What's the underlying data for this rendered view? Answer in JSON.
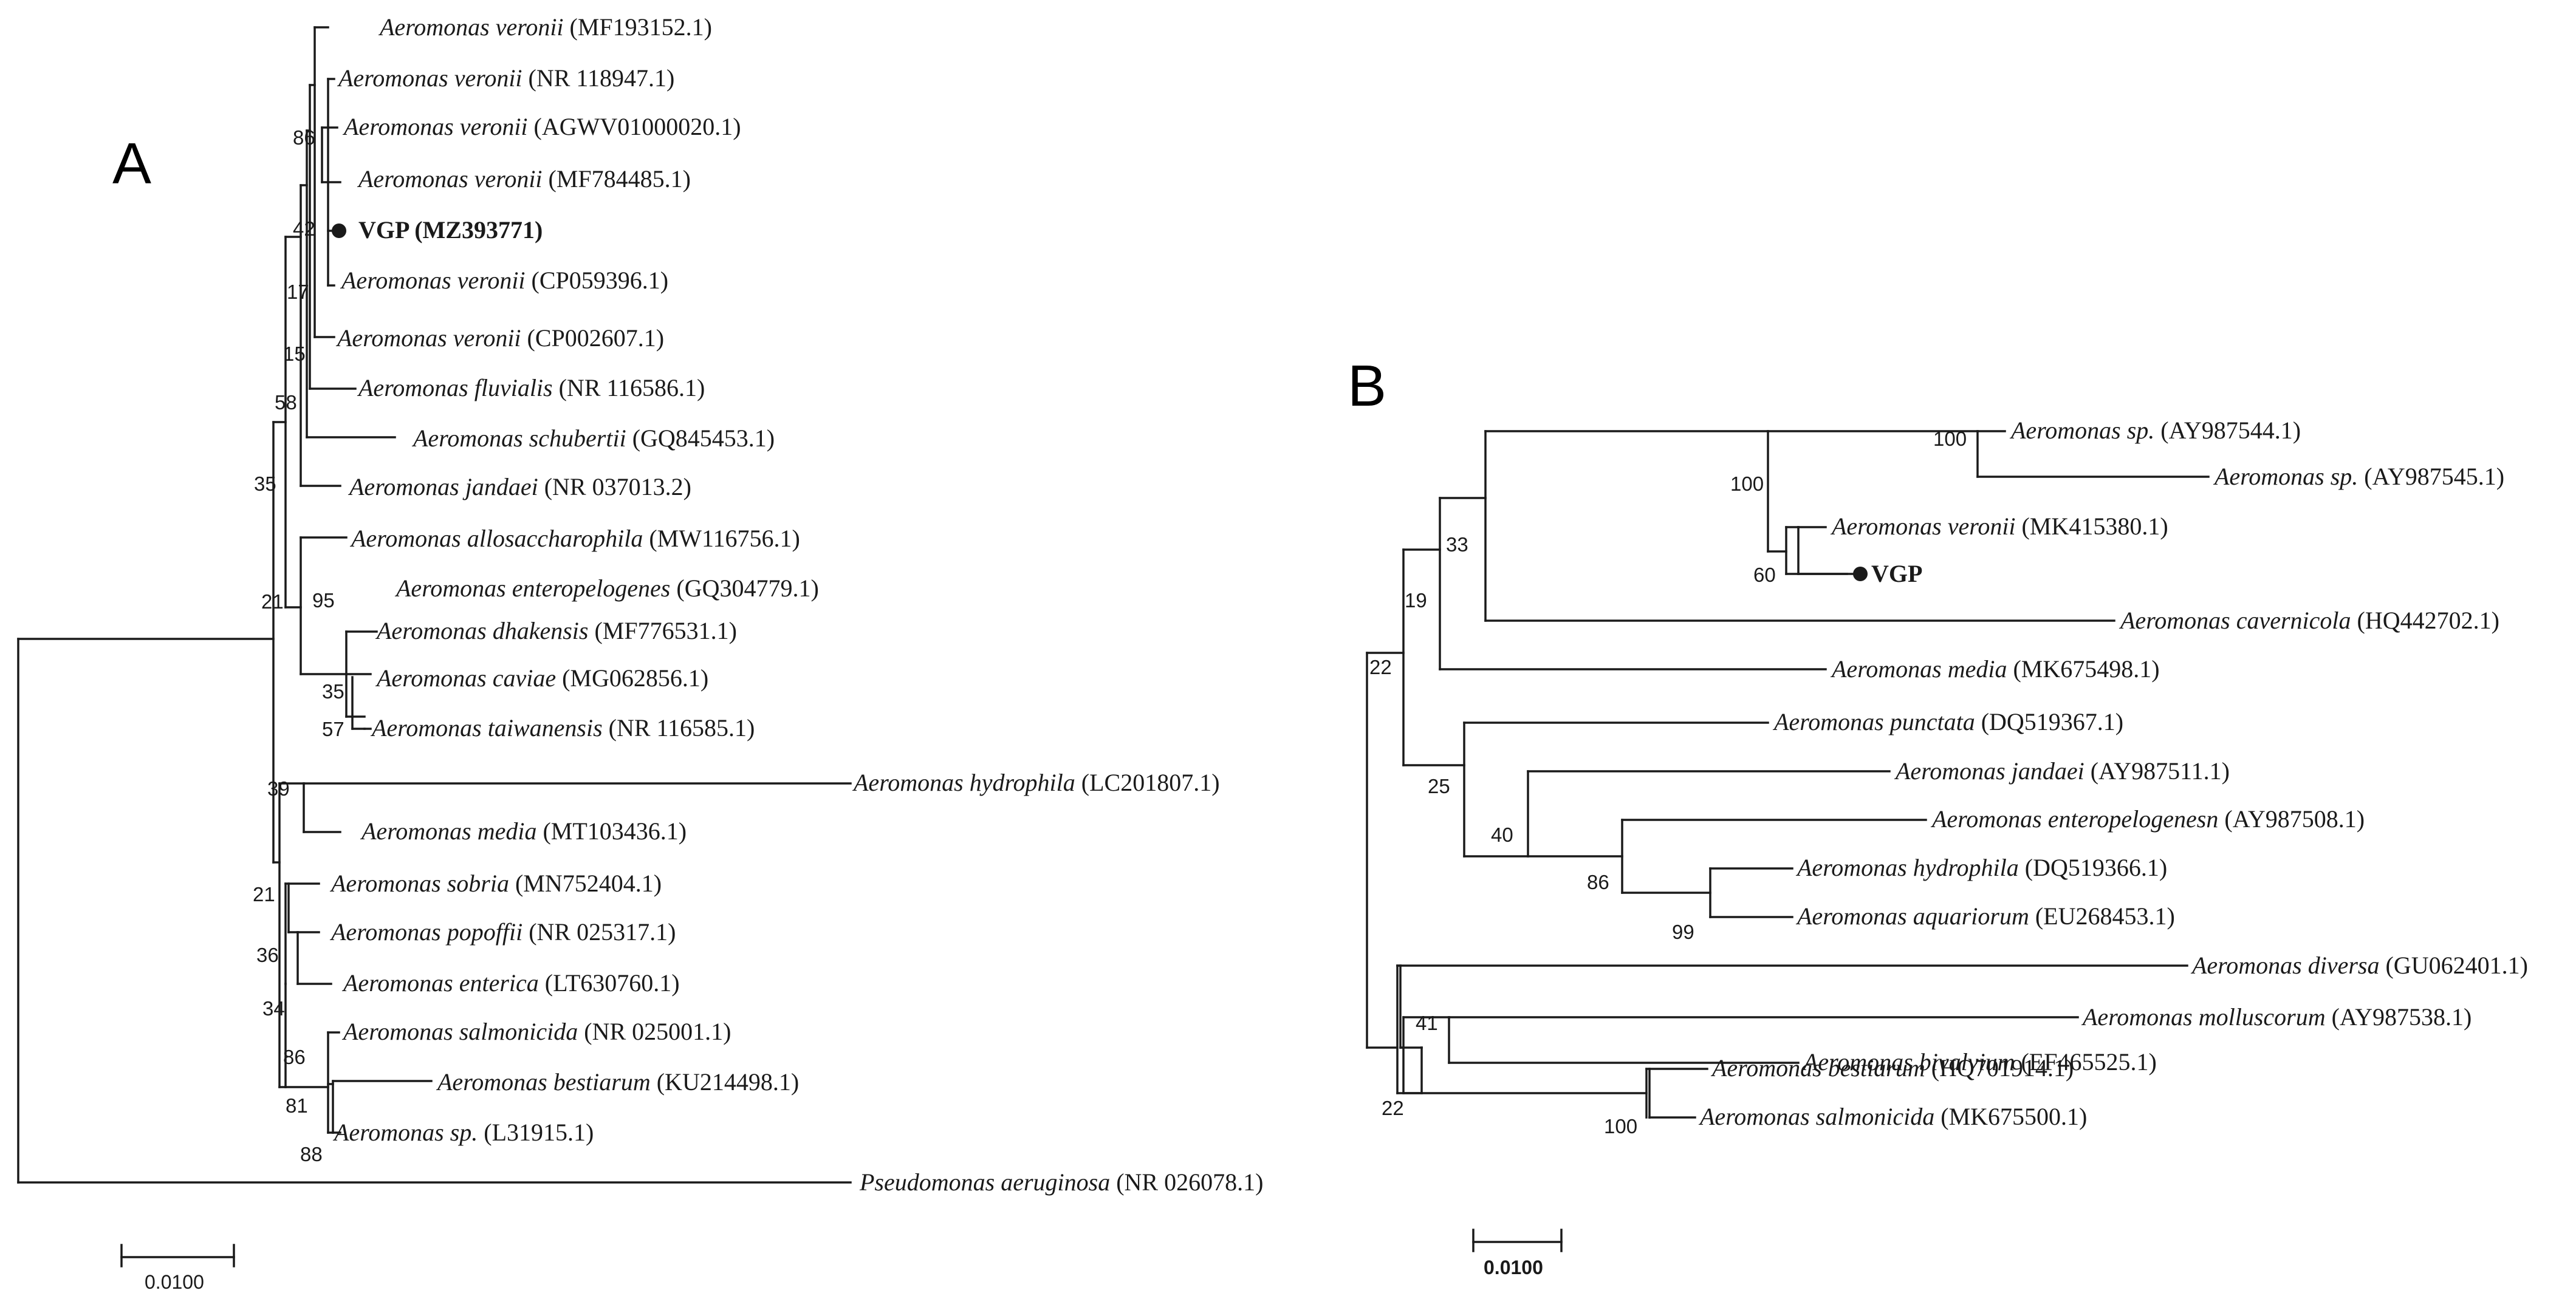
{
  "panel_a": {
    "label": "A",
    "taxa": [
      {
        "id": "a1",
        "species": "Aeromonas veronii",
        "accession": "(MF193152.1)"
      },
      {
        "id": "a2",
        "species": "Aeromonas veronii",
        "accession": "(NR 118947.1)"
      },
      {
        "id": "a3",
        "species": "Aeromonas veronii",
        "accession": "(AGWV01000020.1)"
      },
      {
        "id": "a4",
        "species": "Aeromonas veronii",
        "accession": "(MF784485.1)"
      },
      {
        "id": "a5",
        "species": "VGP",
        "accession": "(MZ393771)",
        "highlight": true
      },
      {
        "id": "a6",
        "species": "Aeromonas veronii",
        "accession": "(CP059396.1)"
      },
      {
        "id": "a7",
        "species": "Aeromonas veronii",
        "accession": "(CP002607.1)"
      },
      {
        "id": "a8",
        "species": "Aeromonas fluvialis",
        "accession": "(NR 116586.1)"
      },
      {
        "id": "a9",
        "species": "Aeromonas schubertii",
        "accession": "(GQ845453.1)"
      },
      {
        "id": "a10",
        "species": "Aeromonas jandaei",
        "accession": "(NR 037013.2)"
      },
      {
        "id": "a11",
        "species": "Aeromonas allosaccharophila",
        "accession": "(MW116756.1)"
      },
      {
        "id": "a12",
        "species": "Aeromonas enteropelogenes",
        "accession": "(GQ304779.1)"
      },
      {
        "id": "a13",
        "species": "Aeromonas dhakensis",
        "accession": "(MF776531.1)"
      },
      {
        "id": "a14",
        "species": "Aeromonas caviae",
        "accession": "(MG062856.1)"
      },
      {
        "id": "a15",
        "species": "Aeromonas taiwanensis",
        "accession": "(NR 116585.1)"
      },
      {
        "id": "a16",
        "species": "Aeromonas hydrophila",
        "accession": "(LC201807.1)"
      },
      {
        "id": "a17",
        "species": "Aeromonas media",
        "accession": "(MT103436.1)"
      },
      {
        "id": "a18",
        "species": "Aeromonas sobria",
        "accession": "(MN752404.1)"
      },
      {
        "id": "a19",
        "species": "Aeromonas popoffii",
        "accession": "(NR 025317.1)"
      },
      {
        "id": "a20",
        "species": "Aeromonas enterica",
        "accession": "(LT630760.1)"
      },
      {
        "id": "a21",
        "species": "Aeromonas salmonicida",
        "accession": "(NR 025001.1)"
      },
      {
        "id": "a22",
        "species": "Aeromonas bestiarum",
        "accession": "(KU214498.1)"
      },
      {
        "id": "a23",
        "species": "Aeromonas sp.",
        "accession": "(L31915.1)"
      },
      {
        "id": "a24",
        "species": "Pseudomonas aeruginosa",
        "accession": "(NR 026078.1)"
      }
    ],
    "bootstrap": [
      "86",
      "42",
      "17",
      "15",
      "58",
      "35",
      "21",
      "95",
      "35",
      "57",
      "39",
      "21",
      "36",
      "34",
      "86",
      "81",
      "88"
    ],
    "scale_bar": "0.0100"
  },
  "panel_b": {
    "label": "B",
    "taxa": [
      {
        "id": "b1",
        "species": "Aeromonas sp.",
        "accession": "(AY987544.1)"
      },
      {
        "id": "b2",
        "species": "Aeromonas sp.",
        "accession": "(AY987545.1)"
      },
      {
        "id": "b3",
        "species": "Aeromonas veronii",
        "accession": "(MK415380.1)"
      },
      {
        "id": "b4",
        "species": "VGP",
        "accession": "",
        "highlight": true
      },
      {
        "id": "b5",
        "species": "Aeromonas cavernicola",
        "accession": "(HQ442702.1)"
      },
      {
        "id": "b6",
        "species": "Aeromonas media",
        "accession": "(MK675498.1)"
      },
      {
        "id": "b7",
        "species": "Aeromonas punctata",
        "accession": "(DQ519367.1)"
      },
      {
        "id": "b8",
        "species": "Aeromonas jandaei",
        "accession": "(AY987511.1)"
      },
      {
        "id": "b9",
        "species": "Aeromonas enteropelogenesn",
        "accession": "(AY987508.1)"
      },
      {
        "id": "b10",
        "species": "Aeromonas hydrophila",
        "accession": "(DQ519366.1)"
      },
      {
        "id": "b11",
        "species": "Aeromonas aquariorum",
        "accession": "(EU268453.1)"
      },
      {
        "id": "b12",
        "species": "Aeromonas diversa",
        "accession": "(GU062401.1)"
      },
      {
        "id": "b13",
        "species": "Aeromonas molluscorum",
        "accession": "(AY987538.1)"
      },
      {
        "id": "b14",
        "species": "Aeromonas bivalvium",
        "accession": "(EF465525.1)"
      },
      {
        "id": "b15",
        "species": "Aeromonas bestiarum",
        "accession": "(HQ701914.1)"
      },
      {
        "id": "b16",
        "species": "Aeromonas salmonicida",
        "accession": "(MK675500.1)"
      }
    ],
    "bootstrap": [
      "100",
      "100",
      "33",
      "19",
      "60",
      "22",
      "25",
      "40",
      "86",
      "99",
      "41",
      "22",
      "100"
    ],
    "scale_bar": "0.0100"
  },
  "colors": {
    "line": "#1a1a1a",
    "text": "#1a1a1a",
    "background": "#ffffff"
  }
}
